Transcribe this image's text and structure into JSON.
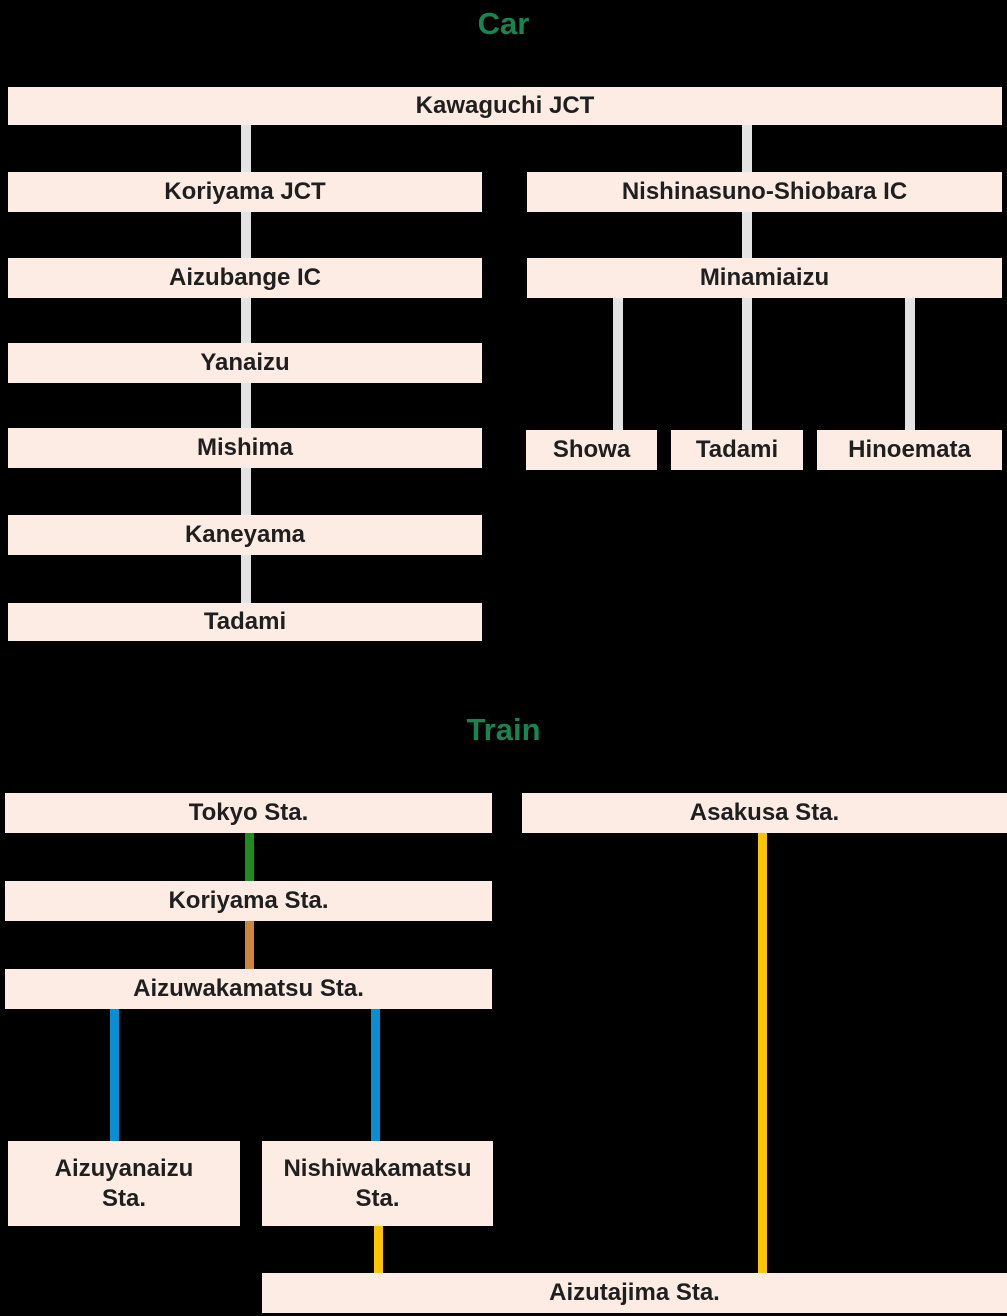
{
  "colors": {
    "bg": "#000000",
    "box_fill": "#fdece4",
    "text": "#1f1f1f",
    "title_green": "#17854f",
    "car_connector": "#e3e3e3",
    "line_green": "#1f8b1f",
    "line_orange": "#cd8540",
    "line_blue": "#0a8ed2",
    "line_yellow": "#fdc400"
  },
  "car": {
    "title": "Car",
    "nodes": {
      "kawaguchi": "Kawaguchi JCT",
      "koriyama_jct": "Koriyama JCT",
      "nishinasuno": "Nishinasuno-Shiobara IC",
      "aizubange": "Aizubange IC",
      "minamiaizu": "Minamiaizu",
      "yanaizu": "Yanaizu",
      "mishima": "Mishima",
      "showa": "Showa",
      "tadami_branch": "Tadami",
      "hinoemata": "Hinoemata",
      "kaneyama": "Kaneyama",
      "tadami": "Tadami"
    }
  },
  "train": {
    "title": "Train",
    "nodes": {
      "tokyo": "Tokyo Sta.",
      "asakusa": "Asakusa Sta.",
      "koriyama": "Koriyama Sta.",
      "aizuwakamatsu": "Aizuwakamatsu Sta.",
      "aizuyanaizu": "Aizuyanaizu\nSta.",
      "nishiwakamatsu": "Nishiwakamatsu\nSta.",
      "aizutajima": "Aizutajima Sta."
    }
  }
}
